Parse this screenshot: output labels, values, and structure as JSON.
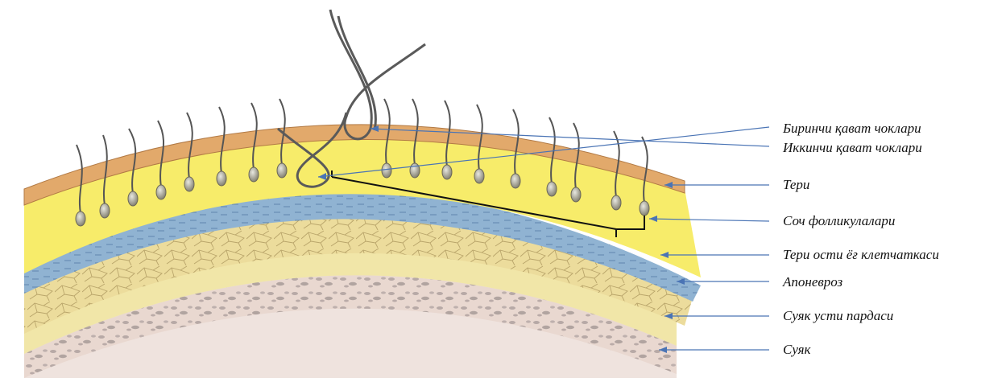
{
  "labels": {
    "first_layer_sutures": "Биринчи қават чоклари",
    "second_layer_sutures": "Иккинчи қават чоклари",
    "skin": "Тери",
    "hair_follicles": "Соч фолликулалари",
    "subcutaneous_fat": "Тери ости ёғ клетчаткаси",
    "aponeurosis": "Апоневроз",
    "periosteum": "Суяк усти пардаси",
    "bone": "Суяк"
  },
  "colors": {
    "skin": "#e2a96b",
    "follicle_layer": "#f7ec6a",
    "aponeurosis": "#8fb4d4",
    "fat": "#eadba0",
    "periosteum": "#dfc9c0",
    "bone": "#e8d8d2",
    "leader_line": "#4a74b5",
    "hair": "#555555",
    "suture": "#5a5a5a"
  }
}
